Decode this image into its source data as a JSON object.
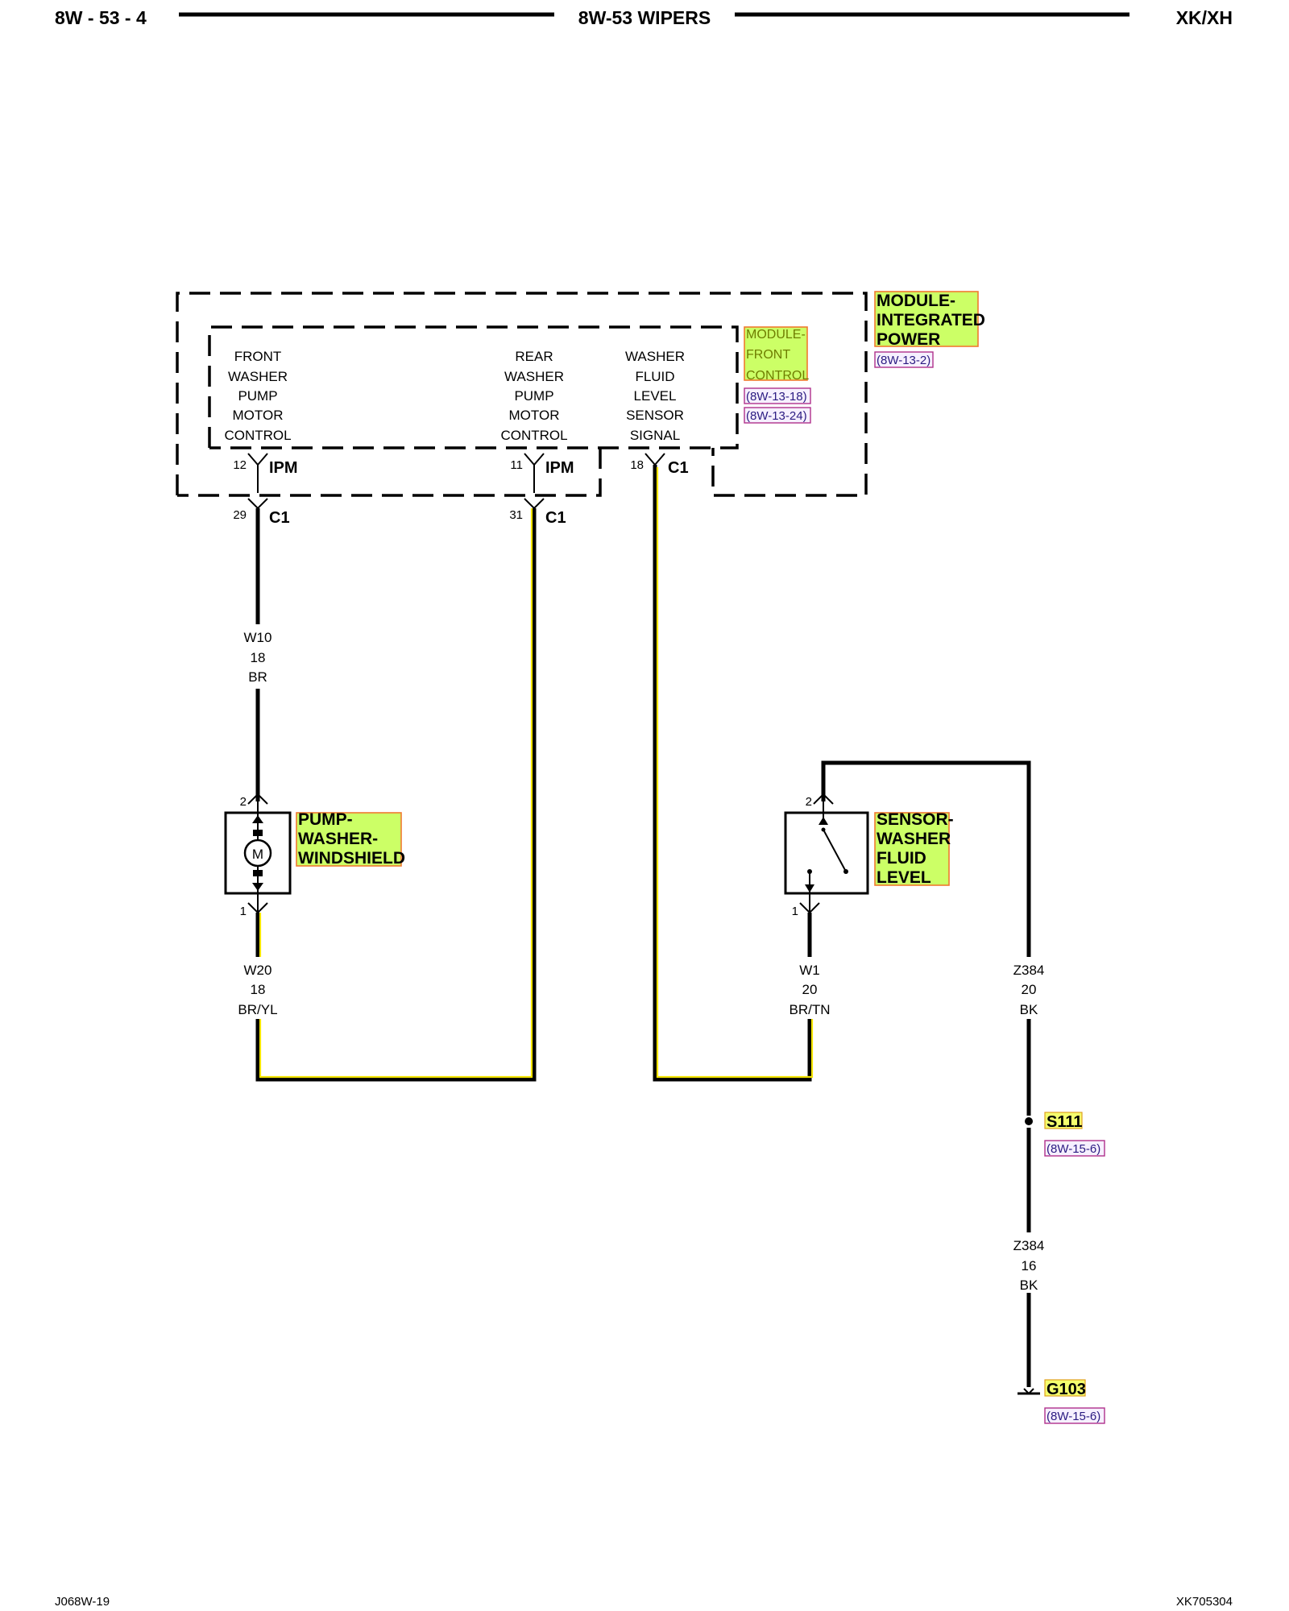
{
  "header": {
    "left": "8W - 53 - 4",
    "center": "8W-53 WIPERS",
    "right": "XK/XH"
  },
  "footer": {
    "left": "J068W-19",
    "right": "XK705304"
  },
  "module_ipm": {
    "name": [
      "MODULE-",
      "INTEGRATED",
      "POWER"
    ],
    "ref": "(8W-13-2)"
  },
  "module_fcm": {
    "name": [
      "MODULE-",
      "FRONT",
      "CONTROL"
    ],
    "refs": [
      "(8W-13-18)",
      "(8W-13-24)"
    ]
  },
  "circuits": [
    {
      "label": [
        "FRONT",
        "WASHER",
        "PUMP",
        "MOTOR",
        "CONTROL"
      ]
    },
    {
      "label": [
        "REAR",
        "WASHER",
        "PUMP",
        "MOTOR",
        "CONTROL"
      ]
    },
    {
      "label": [
        "WASHER",
        "FLUID",
        "LEVEL",
        "SENSOR",
        "SIGNAL"
      ]
    }
  ],
  "connectors": {
    "ipm_front": {
      "pin": "12",
      "name": "IPM"
    },
    "ipm_rear": {
      "pin": "11",
      "name": "IPM"
    },
    "fcm_signal": {
      "pin": "18",
      "name": "C1"
    },
    "c1_front": {
      "pin": "29",
      "name": "C1"
    },
    "c1_rear": {
      "pin": "31",
      "name": "C1"
    }
  },
  "wires": {
    "w10": [
      "W10",
      "18",
      "BR"
    ],
    "w20": [
      "W20",
      "18",
      "BR/YL"
    ],
    "w1": [
      "W1",
      "20",
      "BR/TN"
    ],
    "z384_a": [
      "Z384",
      "20",
      "BK"
    ],
    "z384_b": [
      "Z384",
      "16",
      "BK"
    ]
  },
  "pump": {
    "name": [
      "PUMP-",
      "WASHER-",
      "WINDSHIELD"
    ],
    "pin_top": "2",
    "pin_bottom": "1",
    "symbol": "M"
  },
  "sensor": {
    "name": [
      "SENSOR-",
      "WASHER",
      "FLUID",
      "LEVEL"
    ],
    "pin_top": "2",
    "pin_bottom": "1"
  },
  "splice": {
    "name": "S111",
    "ref": "(8W-15-6)"
  },
  "ground": {
    "name": "G103",
    "ref": "(8W-15-6)"
  },
  "colors": {
    "wire": "#000000",
    "tracer_yellow": "#f2e300",
    "highlight_green": "#ccff66",
    "highlight_border": "#f07a30"
  }
}
